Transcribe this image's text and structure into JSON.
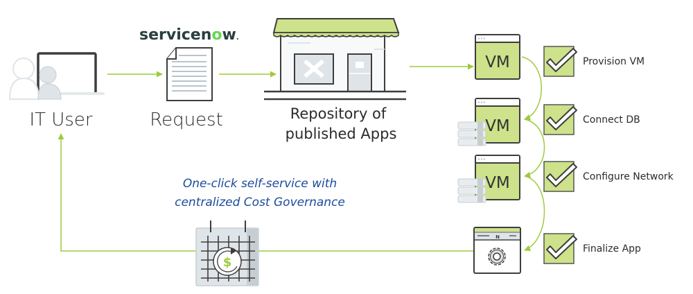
{
  "colors": {
    "accent_green": "#9ccc3c",
    "fill_green": "#cde28a",
    "outline_dark": "#3d3d3d",
    "caption_blue": "#1a4a9c",
    "logo_dark": "#293e40",
    "logo_green": "#62d84e",
    "icon_gray": "#dfe4e8"
  },
  "nodes": {
    "it_user": {
      "label": "IT User",
      "icon": "users-laptop-icon"
    },
    "request": {
      "label": "Request",
      "icon": "document-icon",
      "brand": {
        "text_main": "servicen",
        "text_o": "o",
        "text_end": "w",
        "trademark": "."
      }
    },
    "repository": {
      "label_line1": "Repository of",
      "label_line2": "published Apps",
      "icon": "storefront-icon"
    },
    "vms": [
      {
        "label": "VM",
        "has_db": false
      },
      {
        "label": "VM",
        "has_db": true
      },
      {
        "label": "VM",
        "has_db": true
      }
    ],
    "final_app": {
      "icon": "app-window-gear-icon",
      "header_letter": "N"
    },
    "cost": {
      "icon": "calendar-cost-icon",
      "symbol": "$"
    }
  },
  "steps": [
    {
      "label": "Provision VM",
      "checked": true
    },
    {
      "label": "Connect DB",
      "checked": true
    },
    {
      "label": "Configure Network",
      "checked": true
    },
    {
      "label": "Finalize App",
      "checked": true
    }
  ],
  "caption": {
    "line1": "One-click self-service with",
    "line2": "centralized Cost Governance"
  }
}
